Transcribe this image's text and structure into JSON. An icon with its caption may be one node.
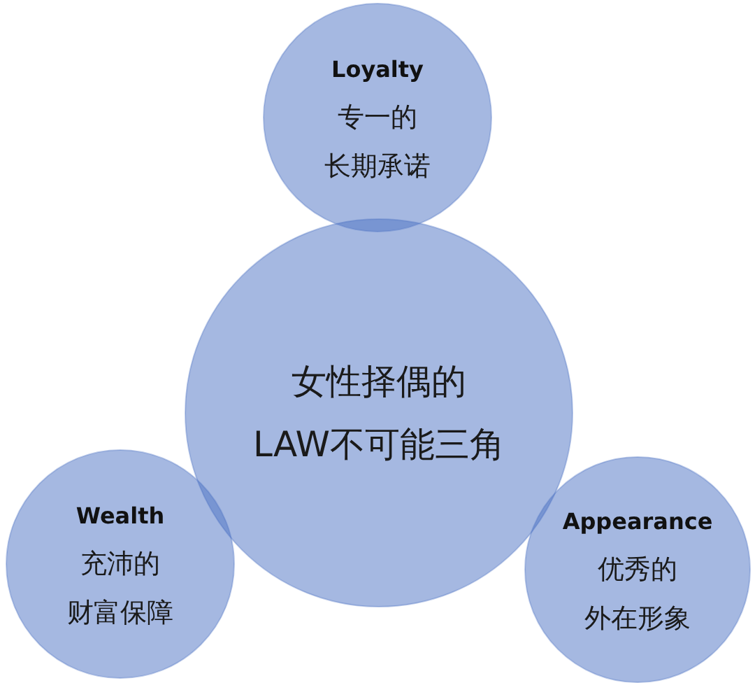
{
  "diagram": {
    "nodes": [
      {
        "text": [
          "Loyalty",
          "专一的长期承诺"
        ]
      },
      {
        "text": [
          "女性择偶的LAW不可能三角"
        ]
      },
      {
        "text": [
          "Wealth",
          "充沛的财富保障"
        ]
      },
      {
        "text": [
          "Appearance",
          "优秀的外在形象"
        ]
      }
    ]
  }
}
